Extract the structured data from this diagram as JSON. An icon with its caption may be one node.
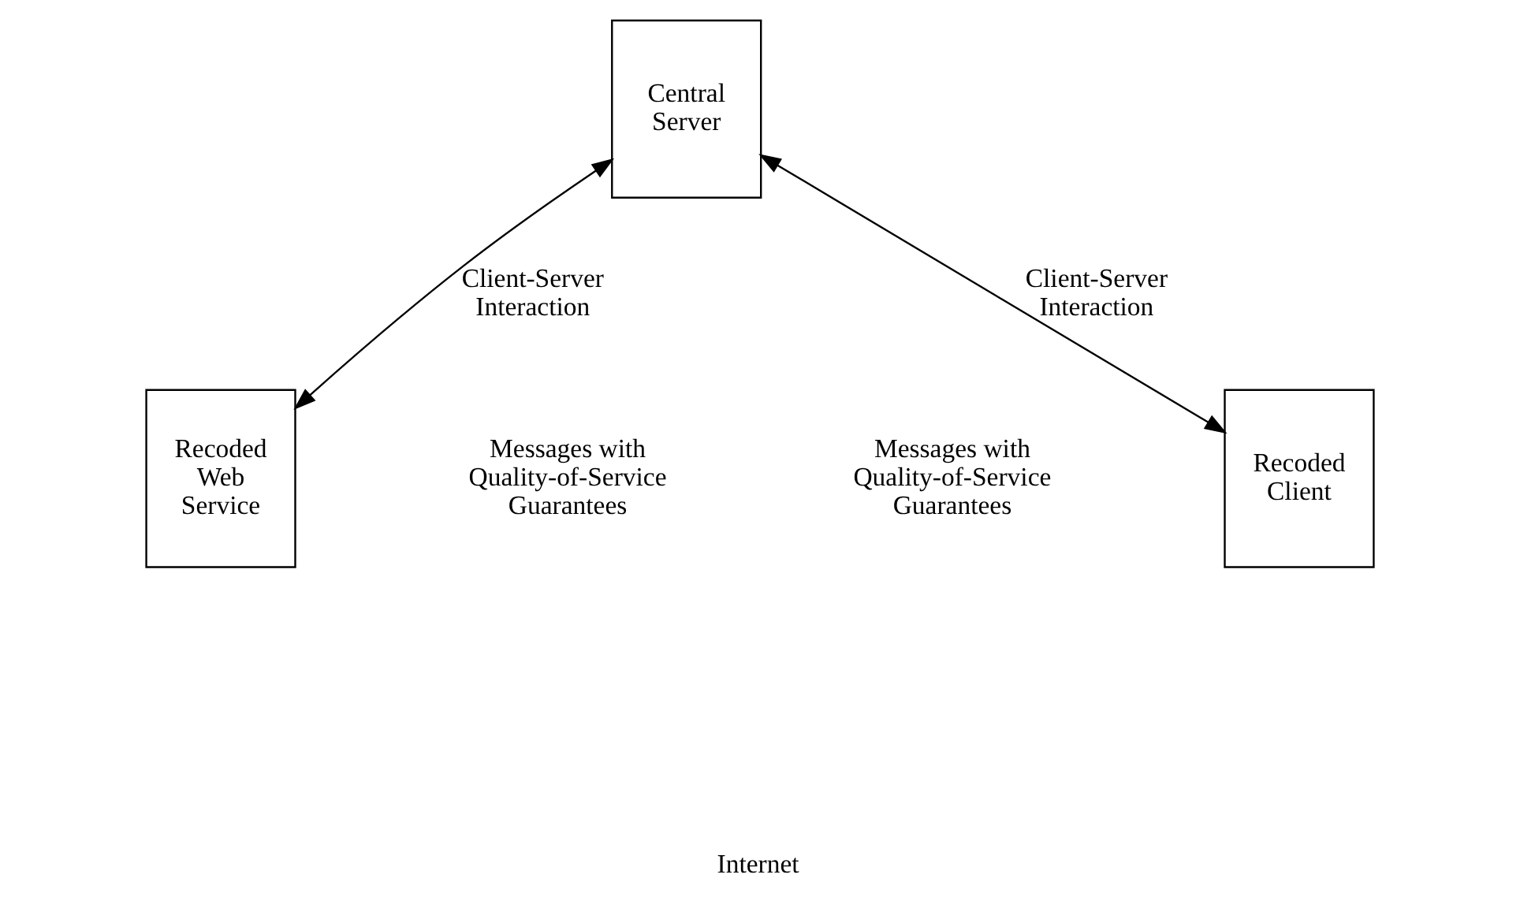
{
  "diagram": {
    "nodes": [
      {
        "text": [
          "Central Server"
        ]
      },
      {
        "text": [
          "Recoded Web Service"
        ]
      },
      {
        "text": [
          "Recoded Client"
        ]
      }
    ],
    "edges": [
      {
        "from": 0,
        "to": 1,
        "arrow": "both",
        "label": "Client-Server Interaction"
      },
      {
        "from": 0,
        "to": 2,
        "arrow": "both",
        "label": "Client-Server Interaction"
      }
    ],
    "labels": [
      "Messages with Quality-of-Service Guarantees",
      "Messages with Quality-of-Service Guarantees",
      "Internet"
    ]
  }
}
